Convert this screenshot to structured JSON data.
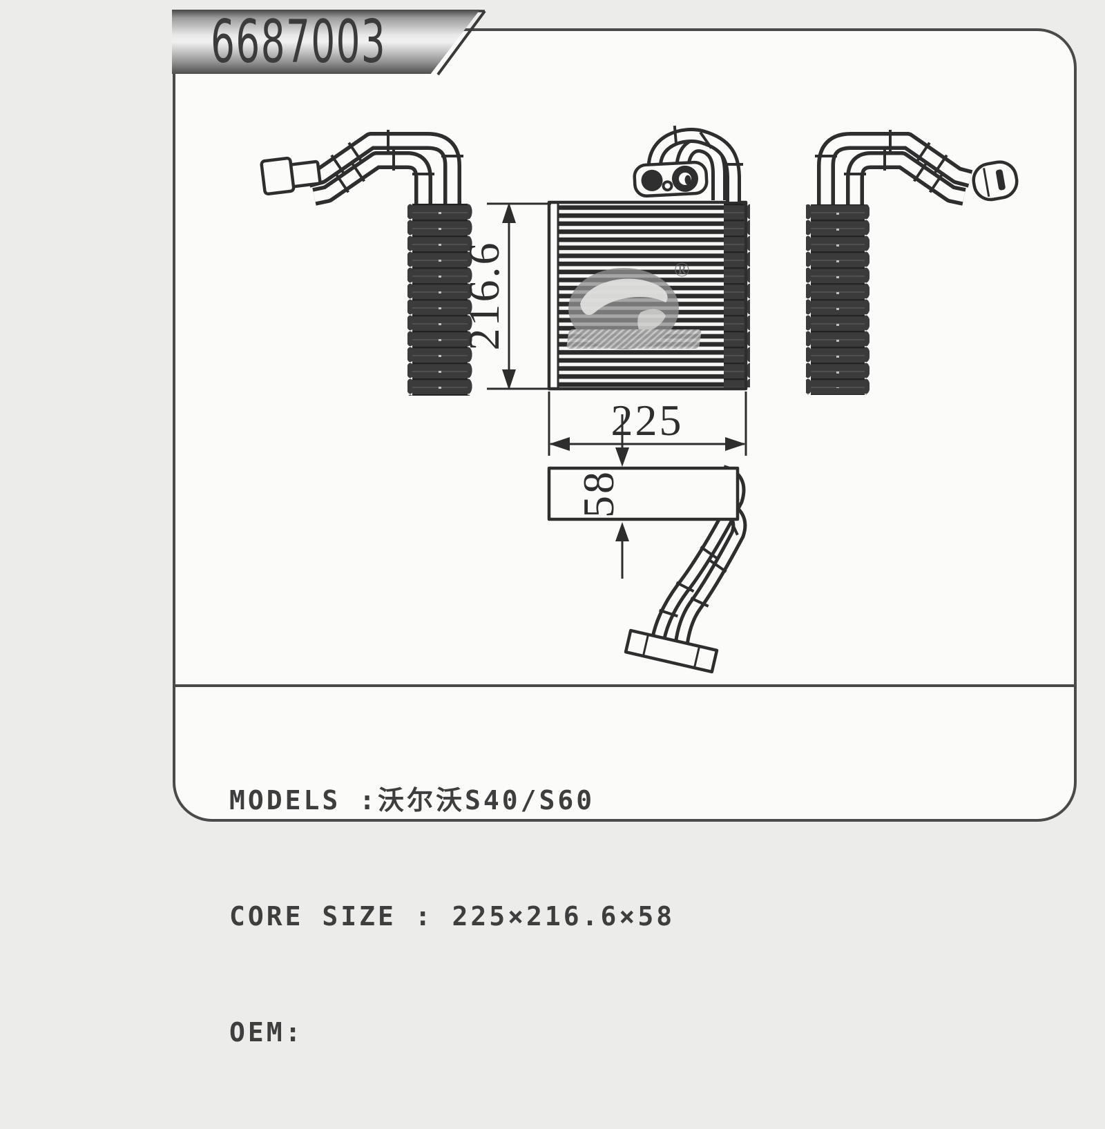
{
  "banner": {
    "part_number": "6687003"
  },
  "drawing": {
    "dimensions": {
      "core_height": "216.6",
      "core_width": "225",
      "core_depth": "58"
    },
    "watermark": {
      "registered": "®"
    }
  },
  "specs": {
    "models": "MODELS :沃尔沃S40/S60",
    "core_size": "CORE SIZE : 225×216.6×58",
    "oem": "OEM:"
  },
  "colors": {
    "paper": "#ecedea",
    "panel": "#fbfbf9",
    "line": "#2e2e2e",
    "dark_fill": "#3b3b3b",
    "banner_text": "#3b3b3b"
  }
}
